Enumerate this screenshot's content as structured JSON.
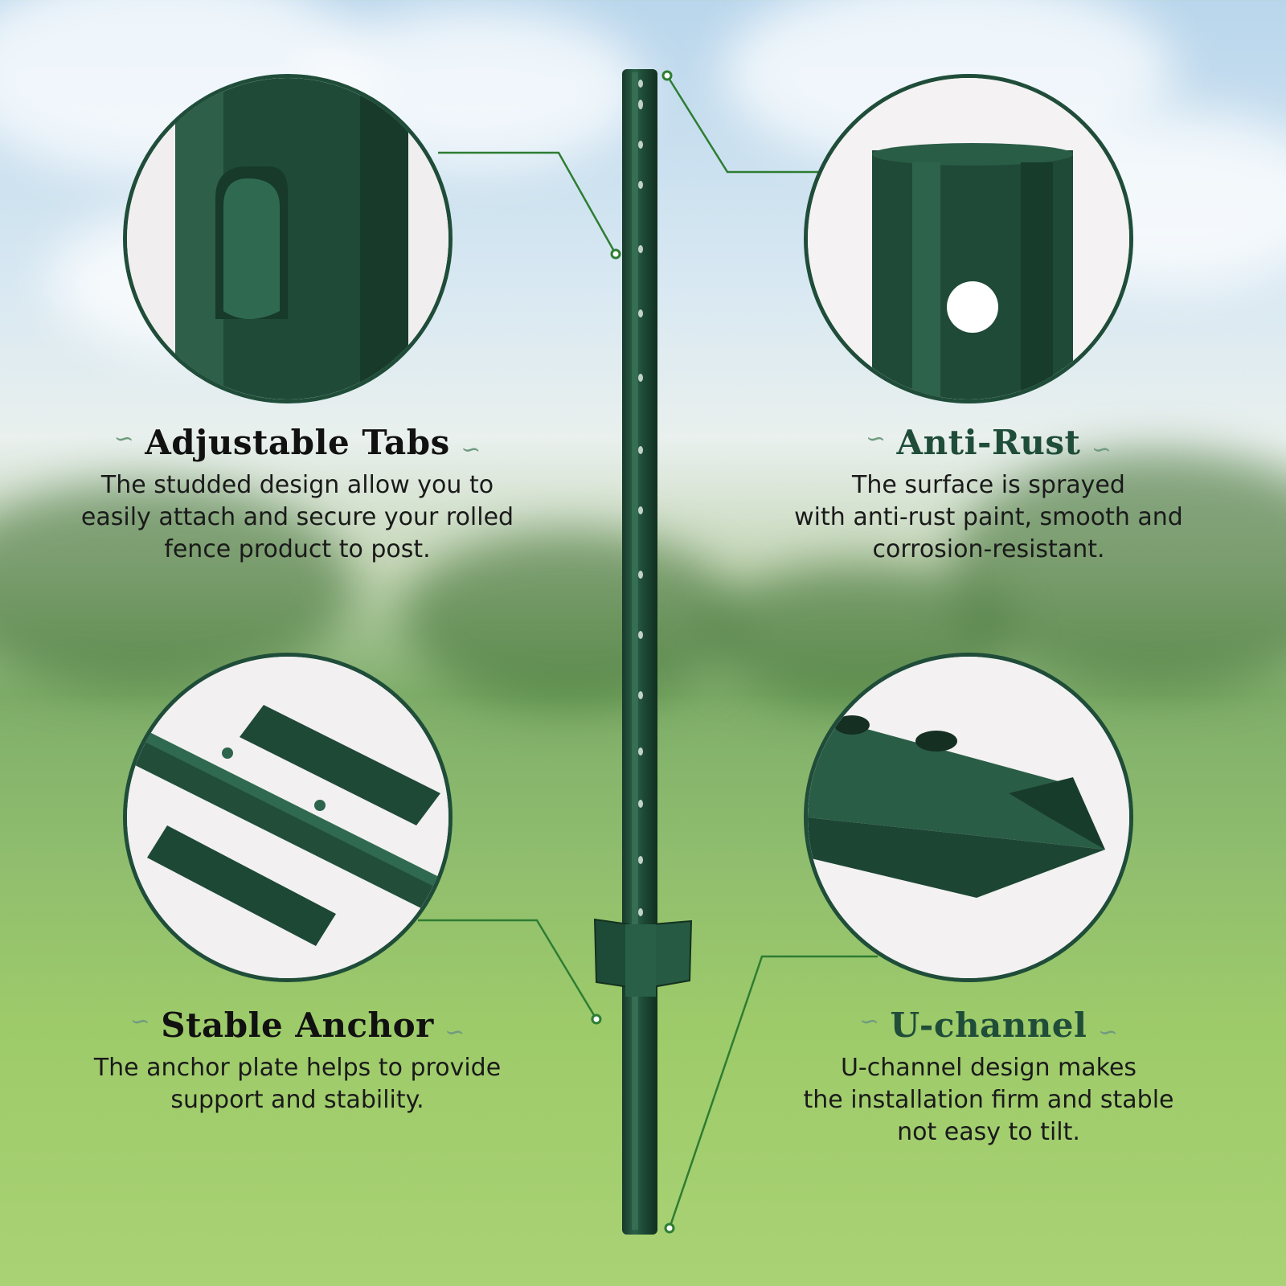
{
  "colors": {
    "post_green": "#1f4d39",
    "callout_line": "#2e7d32",
    "title_dark": "#111111",
    "title_green": "#1f4d39"
  },
  "features": [
    {
      "id": "adjustable-tabs",
      "title": "Adjustable Tabs",
      "description": "The studded design allow you to\neasily attach and secure your rolled\nfence product to post.",
      "image": "tab-closeup"
    },
    {
      "id": "anti-rust",
      "title": "Anti-Rust",
      "description": "The surface is sprayed\nwith anti-rust paint, smooth and\ncorrosion-resistant.",
      "image": "hole-closeup"
    },
    {
      "id": "stable-anchor",
      "title": "Stable Anchor",
      "description": "The anchor plate helps to provide\nsupport and stability.",
      "image": "anchor-plate-closeup"
    },
    {
      "id": "u-channel",
      "title": "U-channel",
      "description": "U-channel design makes\nthe installation firm and stable\nnot easy to tilt.",
      "image": "u-channel-closeup"
    }
  ]
}
